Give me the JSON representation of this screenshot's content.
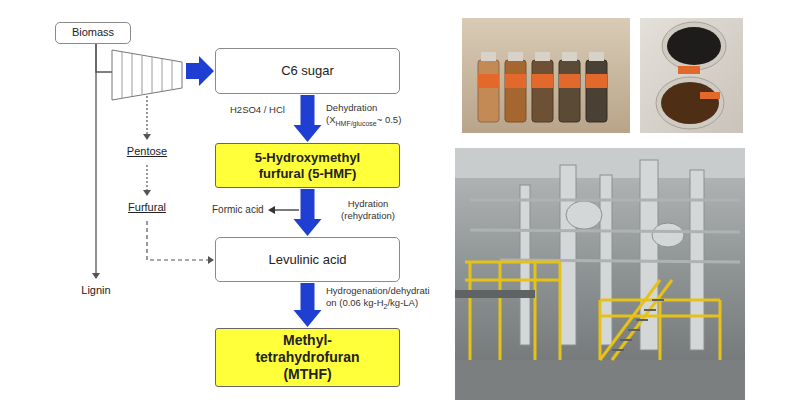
{
  "diagram": {
    "nodes": [
      {
        "text": [
          "Biomass"
        ]
      },
      {
        "text": [
          "C6 sugar"
        ]
      },
      {
        "text": [
          "5-Hydroxymethyl furfural (5-HMF)"
        ]
      },
      {
        "text": [
          "Levulinic acid"
        ]
      },
      {
        "text": [
          "Methyl-tetrahydrofuran (MTHF)"
        ]
      },
      {
        "text": [
          "Pentose"
        ]
      },
      {
        "text": [
          "Furfural"
        ]
      },
      {
        "text": [
          "Lignin"
        ]
      }
    ],
    "edges": [
      {
        "from": 0,
        "to": 1,
        "arrow": "to"
      },
      {
        "from": 1,
        "to": 2,
        "arrow": "to"
      },
      {
        "from": 2,
        "to": 3,
        "arrow": "to"
      },
      {
        "from": 3,
        "to": 4,
        "arrow": "to"
      },
      {
        "from": 0,
        "to": 7,
        "arrow": "to"
      },
      {
        "from": 5,
        "to": 6,
        "arrow": "to"
      },
      {
        "from": 6,
        "to": 3,
        "arrow": "to"
      }
    ],
    "labels": [
      "H2SO4 / HCl",
      "Dehydration",
      "(X",
      "HMF/glucose",
      "~ 0.5)",
      "Formic acid",
      "Hydration (rehydration)",
      "Hydrogenation/dehydration",
      "(0.06 kg-H",
      "2",
      "/kg-LA)"
    ]
  }
}
